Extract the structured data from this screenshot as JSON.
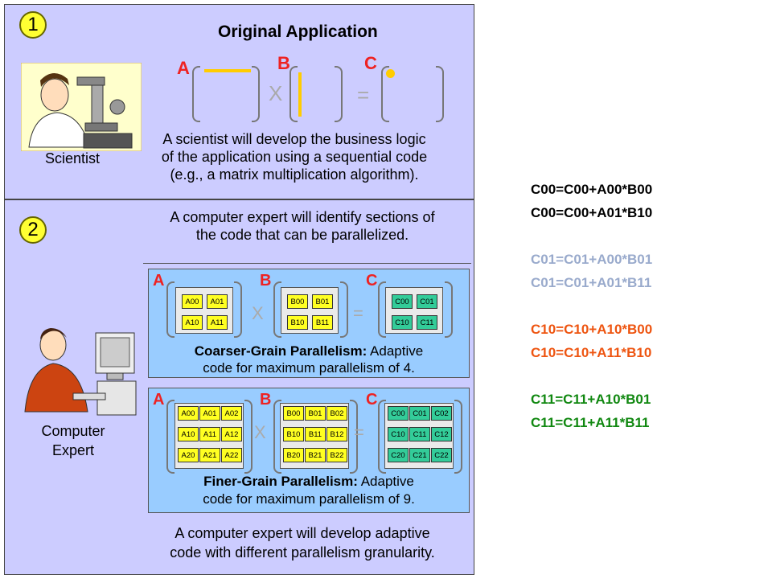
{
  "step1": {
    "number": "1",
    "title": "Original Application",
    "matrix_labels": [
      "A",
      "B",
      "C"
    ],
    "times": "X",
    "equals": "=",
    "icon_label": "Scientist",
    "description": [
      "A scientist will develop the business logic",
      "of the application using a sequential code",
      "(e.g., a matrix multiplication algorithm)."
    ]
  },
  "step2": {
    "number": "2",
    "intro": [
      "A computer expert will identify sections of",
      "the code that can be parallelized."
    ],
    "icon_label": [
      "Computer",
      "Expert"
    ],
    "coarse": {
      "A": [
        [
          "A00",
          "A01"
        ],
        [
          "A10",
          "A11"
        ]
      ],
      "B": [
        [
          "B00",
          "B01"
        ],
        [
          "B10",
          "B11"
        ]
      ],
      "C": [
        [
          "C00",
          "C01"
        ],
        [
          "C10",
          "C11"
        ]
      ],
      "caption_bold": "Coarser-Grain Parallelism:",
      "caption_rest": " Adaptive",
      "caption_line2": "code for maximum parallelism of 4."
    },
    "fine": {
      "A": [
        [
          "A00",
          "A01",
          "A02"
        ],
        [
          "A10",
          "A11",
          "A12"
        ],
        [
          "A20",
          "A21",
          "A22"
        ]
      ],
      "B": [
        [
          "B00",
          "B01",
          "B02"
        ],
        [
          "B10",
          "B11",
          "B12"
        ],
        [
          "B20",
          "B21",
          "B22"
        ]
      ],
      "C": [
        [
          "C00",
          "C01",
          "C02"
        ],
        [
          "C10",
          "C11",
          "C12"
        ],
        [
          "C20",
          "C21",
          "C22"
        ]
      ],
      "caption_bold": "Finer-Grain Parallelism:",
      "caption_rest": " Adaptive",
      "caption_line2": "code for maximum parallelism of 9."
    },
    "outro": [
      "A computer expert will develop adaptive",
      "code with different parallelism granularity."
    ]
  },
  "equations": [
    {
      "color": "#000000",
      "lines": [
        "C00=C00+A00*B00",
        "C00=C00+A01*B10"
      ]
    },
    {
      "color": "#99aacc",
      "lines": [
        "C01=C01+A00*B01",
        "C01=C01+A01*B11"
      ]
    },
    {
      "color": "#ee5511",
      "lines": [
        "C10=C10+A10*B00",
        "C10=C10+A11*B10"
      ]
    },
    {
      "color": "#118811",
      "lines": [
        "C11=C11+A10*B01",
        "C11=C11+A11*B11"
      ]
    }
  ]
}
